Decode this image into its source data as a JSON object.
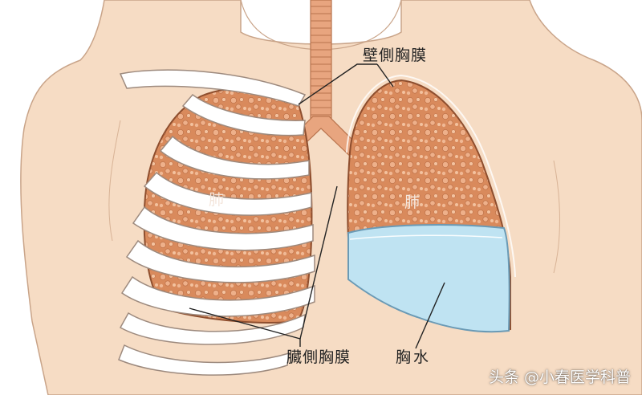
{
  "labels": {
    "parietal_pleura": "壁側胸膜",
    "visceral_pleura": "臓側胸膜",
    "pleural_effusion": "胸水",
    "lung_left": "肺",
    "lung_right": "肺"
  },
  "watermark": "头条 @小春医学科普",
  "colors": {
    "background": "#ffffff",
    "skin": "#f6dcc4",
    "skin_outline": "#c9a489",
    "lung_tissue": "#d98a5c",
    "lung_dots": "#e9a77c",
    "trachea": "#e8a57f",
    "ribs": "#ffffff",
    "fluid": "#bfe3f2",
    "fluid_outline": "#6a9ab5",
    "leader_lines": "#222222"
  }
}
